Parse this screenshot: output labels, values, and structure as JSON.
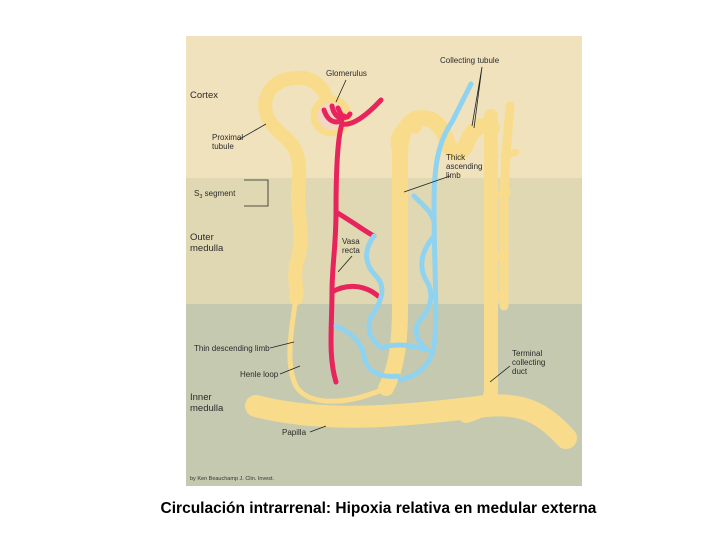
{
  "caption": "Circulación intrarrenal: Hipoxia relativa en medular externa",
  "zones": {
    "cortex": "Cortex",
    "outer_medulla_1": "Outer",
    "outer_medulla_2": "medulla",
    "inner_medulla_1": "Inner",
    "inner_medulla_2": "medulla"
  },
  "labels": {
    "glomerulus": "Glomerulus",
    "collecting_tubule": "Collecting tubule",
    "proximal_tubule_1": "Proximal",
    "proximal_tubule_2": "tubule",
    "s3_segment_s": "S",
    "s3_segment_sub": "3",
    "s3_segment_rest": " segment",
    "thick_ascending_1": "Thick",
    "thick_ascending_2": "ascending",
    "thick_ascending_3": "limb",
    "vasa_recta_1": "Vasa",
    "vasa_recta_2": "recta",
    "thin_descending": "Thin descending limb",
    "henle_loop": "Henle loop",
    "terminal_collecting_1": "Terminal",
    "terminal_collecting_2": "collecting",
    "terminal_collecting_3": "duct",
    "papilla": "Papilla"
  },
  "credit": "by Ken Beauchamp J. Clin. Invest.",
  "colors": {
    "cortex_bg": "#f1e2be",
    "outer_medulla_bg": "#e0d8b3",
    "inner_medulla_bg": "#c5c9b0",
    "tubule": "#f8dc8c",
    "arterial": "#e8245c",
    "venous": "#8fd3f0"
  }
}
